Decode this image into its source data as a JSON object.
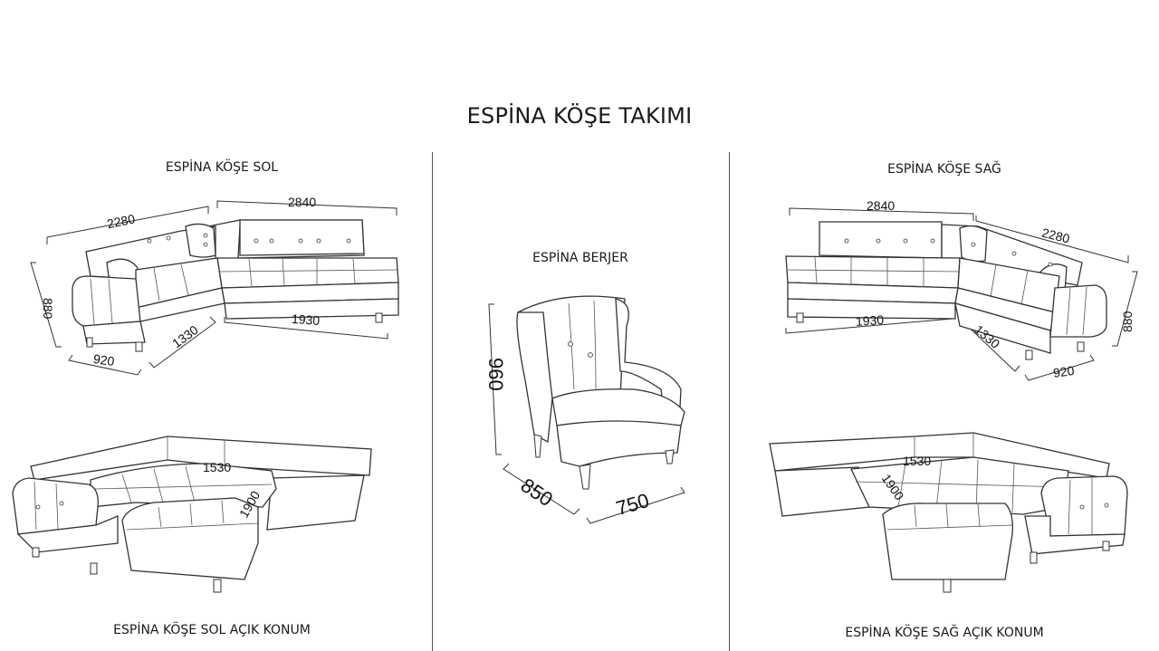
{
  "title": "ESPİNA KÖŞE TAKIMI",
  "captions": {
    "left_top": "ESPİNA KÖŞE SOL",
    "right_top": "ESPİNA KÖŞE SAĞ",
    "center": "ESPİNA BERJER",
    "left_bottom": "ESPİNA KÖŞE SOL AÇIK KONUM",
    "right_bottom": "ESPİNA KÖŞE SAĞ AÇIK KONUM"
  },
  "dimensions": {
    "sol": {
      "d2280": "2280",
      "d2840": "2840",
      "d880": "880",
      "d920": "920",
      "d1330": "1330",
      "d1930": "1930"
    },
    "sag": {
      "d2840": "2840",
      "d2280": "2280",
      "d880": "880",
      "d1930": "1930",
      "d1330": "1330",
      "d920": "920"
    },
    "berjer": {
      "d960": "960",
      "d850": "850",
      "d750": "750"
    },
    "sol_open": {
      "d1530": "1530",
      "d1900": "1900"
    },
    "sag_open": {
      "d1530": "1530",
      "d1900": "1900"
    }
  },
  "colors": {
    "line": "#333333",
    "text": "#1a1a1a",
    "background": "#ffffff"
  }
}
